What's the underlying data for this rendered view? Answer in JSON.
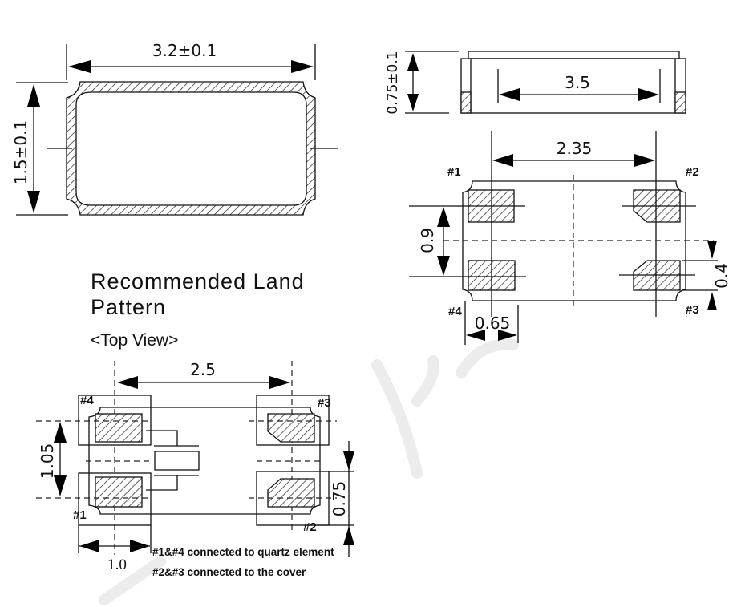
{
  "top_view": {
    "width_dim": "3.2±0.1",
    "height_dim": "1.5±0.1"
  },
  "side_view": {
    "height_dim": "0.75±0.1",
    "length_dim": "3.5"
  },
  "bottom_view": {
    "pitch_x_dim": "2.35",
    "pitch_y_dim": "0.9",
    "pad_height_dim": "0.4",
    "pad_width_dim": "0.65",
    "pins": [
      "#1",
      "#2",
      "#3",
      "#4"
    ]
  },
  "land_pattern": {
    "title_line1": "Recommended Land",
    "title_line2": "Pattern",
    "subtitle": "<Top View>",
    "pitch_x_dim": "2.5",
    "pitch_y_dim": "1.05",
    "land_height_dim": "0.75",
    "land_width_dim": "1.0",
    "pins": [
      "#1",
      "#2",
      "#3",
      "#4"
    ],
    "notes": [
      "#1&#4 connected to quartz element",
      "#2&#3 connected to the  cover"
    ]
  },
  "colors": {
    "line": "#111111",
    "watermark": "#ececec"
  }
}
